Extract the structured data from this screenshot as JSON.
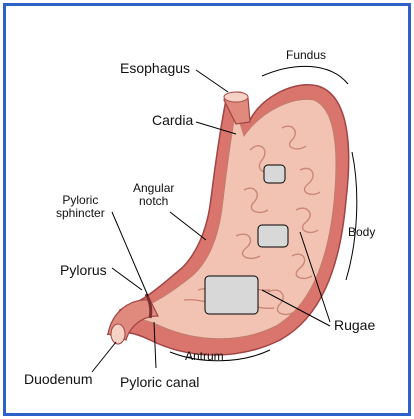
{
  "colors": {
    "frame_border": "#2d63c8",
    "stomach_wall": "#d9756c",
    "stomach_wall_dark": "#b04a48",
    "mucosa": "#f2c3b3",
    "rugae": "#c98778",
    "label_box_fill": "#d8d8d8"
  },
  "labels": {
    "esophagus": "Esophagus",
    "fundus": "Fundus",
    "cardia": "Cardia",
    "angular_notch": "Angular\nnotch",
    "pyloric_sphincter": "Pyloric\nsphincter",
    "body": "Body",
    "pylorus": "Pylorus",
    "rugae": "Rugae",
    "antrum": "Antrum",
    "duodenum": "Duodenum",
    "pyloric_canal": "Pyloric canal"
  },
  "blank_label_boxes": [
    {
      "name": "blank-box-small"
    },
    {
      "name": "blank-box-medium"
    },
    {
      "name": "blank-box-large"
    }
  ]
}
